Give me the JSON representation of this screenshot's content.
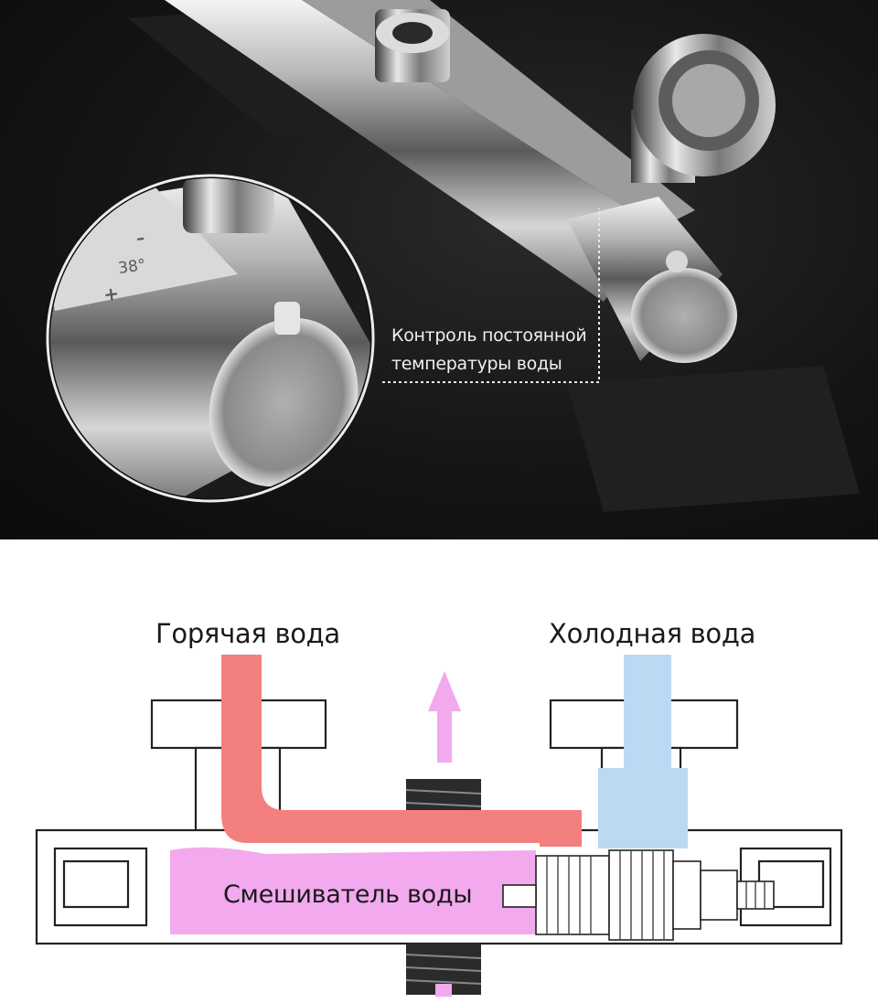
{
  "photo": {
    "caption_line1": "Контроль постоянной",
    "caption_line2": "температуры воды",
    "dial_text": "38°",
    "plus_symbol": "+",
    "minus_symbol": "–"
  },
  "diagram": {
    "hot_label": "Горячая вода",
    "cold_label": "Холодная вода",
    "mixer_label": "Смешиватель воды"
  },
  "colors": {
    "hot_water": "#f47f7f",
    "cold_water": "#bcd8f2",
    "mixed_water": "#f2a9ee"
  }
}
